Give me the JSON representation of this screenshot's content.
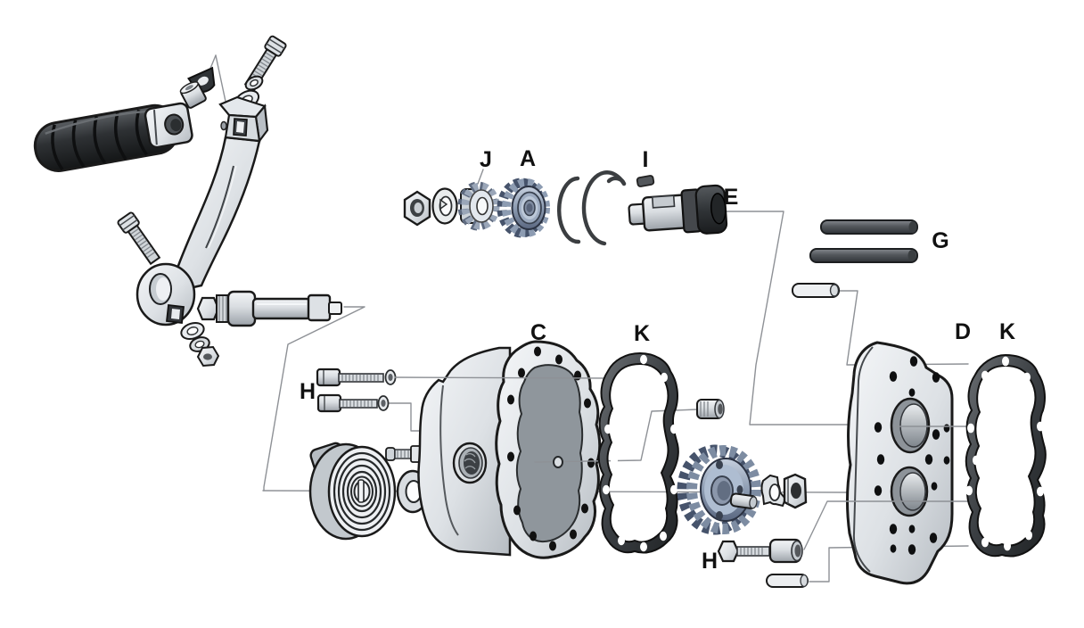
{
  "figure": {
    "background": "#ffffff",
    "description": "Exploded parts diagram: kick starter pedal and lever, kicker gear train, kicker cover, gaskets and transmission side plate"
  },
  "labels": [
    {
      "text": "J"
    },
    {
      "text": "A"
    },
    {
      "text": "I"
    },
    {
      "text": "E"
    },
    {
      "text": "G"
    },
    {
      "text": "C"
    },
    {
      "text": "K"
    },
    {
      "text": "H"
    },
    {
      "text": "D"
    },
    {
      "text": "K"
    },
    {
      "text": "H"
    }
  ],
  "colors": {
    "outline": "#1a1a1a",
    "leader_line": "#8e9196",
    "label_text": "#111111",
    "metal_light": "#e8ebee",
    "metal_shadow": "#9ba1a8",
    "rubber_dark": "#26282a",
    "gasket_dark": "#3a3e42",
    "gear_blue": "#8d9cb2",
    "rod_gray": "#53575c"
  }
}
